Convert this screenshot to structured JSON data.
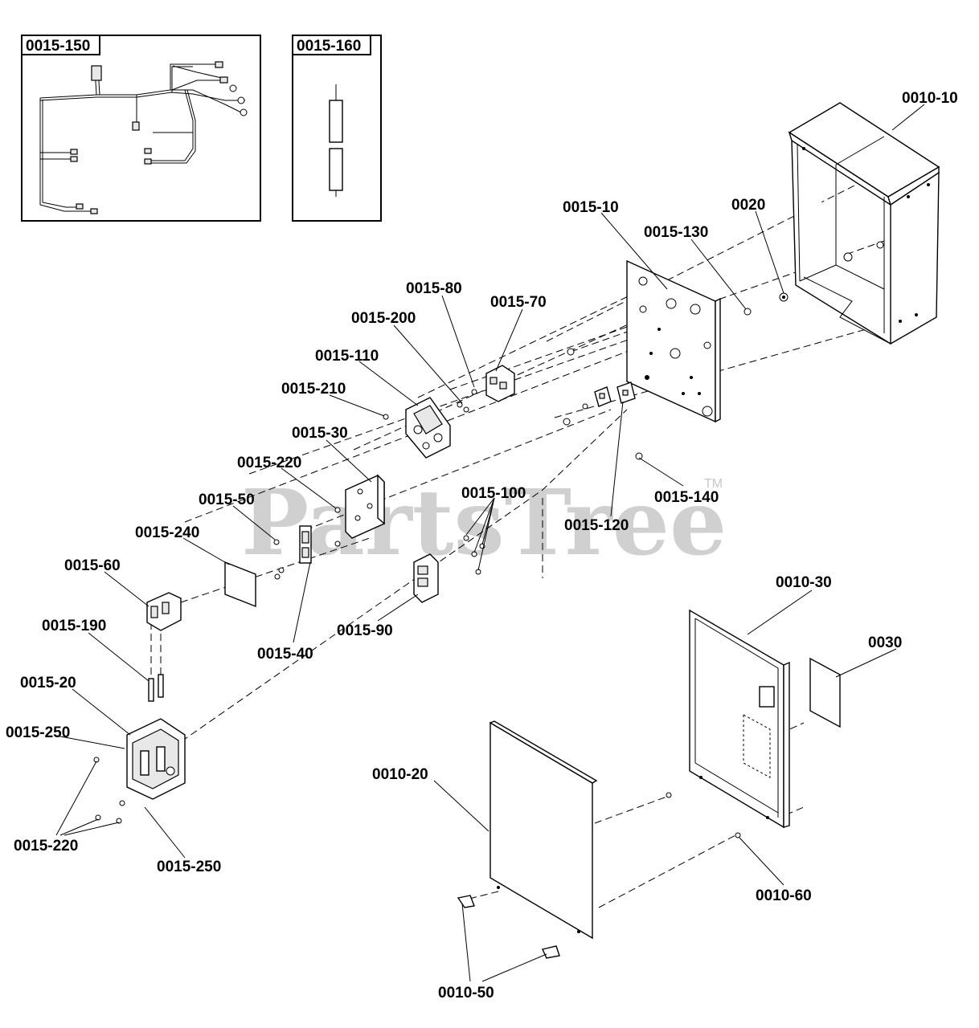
{
  "watermark": {
    "text": "PartsTree",
    "trademark": "TM"
  },
  "insets": [
    {
      "title": "0015-150"
    },
    {
      "title": "0015-160"
    }
  ],
  "callouts": [
    "0010-10",
    "0015-10",
    "0020",
    "0015-130",
    "0015-80",
    "0015-70",
    "0015-200",
    "0015-110",
    "0015-210",
    "0015-30",
    "0015-220",
    "0015-50",
    "0015-240",
    "0015-100",
    "0015-140",
    "0015-120",
    "0015-60",
    "0015-90",
    "0015-40",
    "0015-190",
    "0015-20",
    "0015-250",
    "0015-220",
    "0015-250",
    "0010-30",
    "0030",
    "0010-20",
    "0010-60",
    "0010-50"
  ]
}
